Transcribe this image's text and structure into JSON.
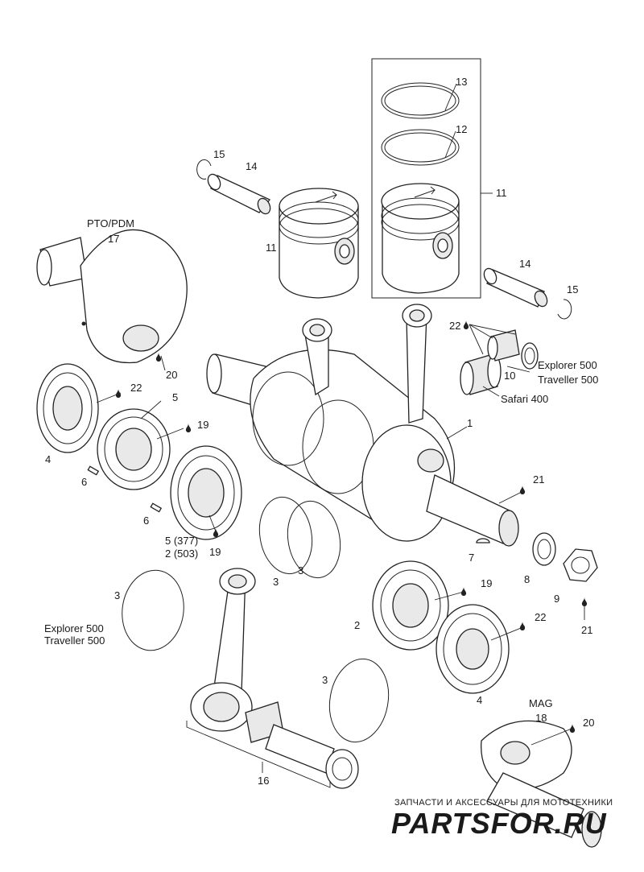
{
  "labels": {
    "pto_pdm": "PTO/PDM",
    "mag": "MAG",
    "explorer_500": "Explorer 500",
    "traveller_500": "Traveller 500",
    "safari_400": "Safari 400",
    "p5_377": "5 (377)",
    "p2_503": "2 (503)",
    "n1": "1",
    "n2": "2",
    "n3": "3",
    "n4": "4",
    "n5": "5",
    "n6": "6",
    "n7": "7",
    "n8": "8",
    "n9": "9",
    "n10": "10",
    "n11": "11",
    "n12": "12",
    "n13": "13",
    "n14": "14",
    "n15": "15",
    "n16": "16",
    "n17": "17",
    "n18": "18",
    "n19": "19",
    "n20": "20",
    "n21": "21",
    "n22": "22"
  },
  "watermark": {
    "top": "ЗАПЧАСТИ И АКСЕССУАРЫ ДЛЯ МОТОТЕХНИКИ",
    "brand": "PARTSFOR.RU"
  },
  "colors": {
    "line": "#222222",
    "watermark_text": "#b8b8b8",
    "watermark_brand": "#f3b7c0"
  }
}
